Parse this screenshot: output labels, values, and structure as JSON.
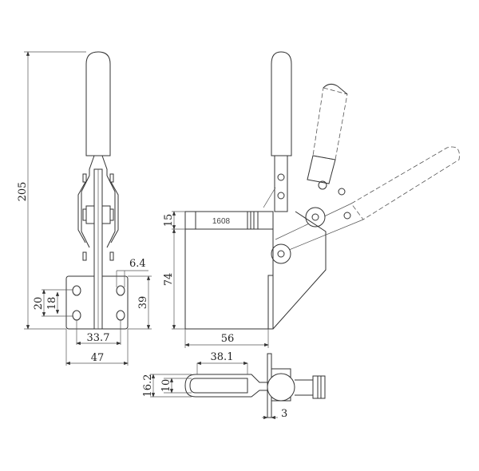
{
  "title": "Vertical toggle clamp technical drawing",
  "part_marking": "1608",
  "dimensions": {
    "overall_height": "205",
    "slot_width": "6.4",
    "base_height": "39",
    "hole_spacing_outer": "20",
    "hole_spacing_inner": "18",
    "hole_center_distance": "33.7",
    "base_width": "47",
    "top_band_height": "15",
    "body_height": "74",
    "body_width": "56",
    "slot_length": "38.1",
    "arm_width": "16.2",
    "slot_inner_width": "10",
    "plate_thickness": "3"
  }
}
